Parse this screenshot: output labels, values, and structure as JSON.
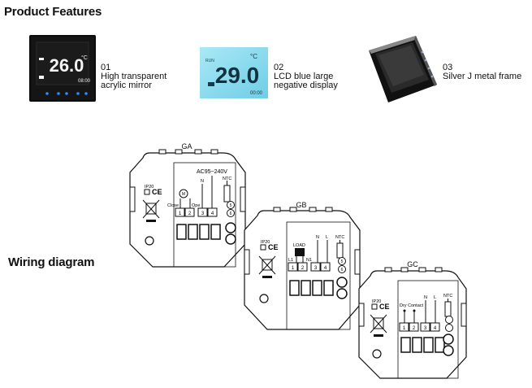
{
  "headings": {
    "product_features": "Product Features",
    "wiring_diagram": "Wiring diagram"
  },
  "features": [
    {
      "number": "01",
      "line1": "High transparent",
      "line2": "acrylic mirror",
      "display_temp": "26.0",
      "display_unit": "°C",
      "display_time": "08:00"
    },
    {
      "number": "02",
      "line1": "LCD blue large",
      "line2": "negative display",
      "display_temp": "29.0",
      "display_unit": "°C",
      "display_time": "00:00"
    },
    {
      "number": "03",
      "line1": "Silver J metal frame",
      "line2": ""
    }
  ],
  "wiring": {
    "GA": {
      "model": "GA",
      "ip": "IP20",
      "ce": "CE",
      "ac": "AC95~240V",
      "ntc": "NTC",
      "close": "Close",
      "open": "Ope",
      "n": "N",
      "terminals": [
        "1",
        "2",
        "3",
        "4"
      ],
      "ntc_terminals": [
        "5",
        "6"
      ]
    },
    "GB": {
      "model": "GB",
      "ip": "IP20",
      "ce": "CE",
      "load": "LOAD",
      "l1": "L1",
      "n1": "N1",
      "n": "N",
      "l": "L",
      "ntc": "NTC",
      "terminals": [
        "1",
        "2",
        "3",
        "4"
      ],
      "ntc_terminals": [
        "5",
        "6"
      ]
    },
    "GC": {
      "model": "GC",
      "ip": "IP20",
      "ce": "CE",
      "dry_contact": "Dry Contact",
      "n": "N",
      "l": "L",
      "ntc": "NTC",
      "terminals": [
        "1",
        "2",
        "3",
        "4"
      ]
    }
  }
}
